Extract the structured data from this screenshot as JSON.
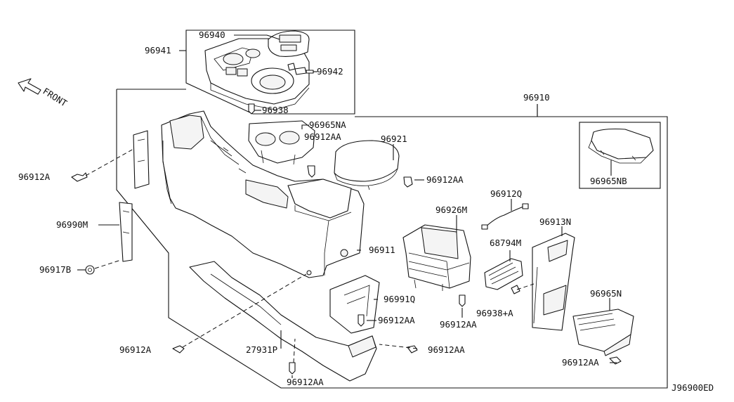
{
  "diagram_id": "J96900ED",
  "front_label": "FRONT",
  "labels": {
    "p96940": "96940",
    "p96941": "96941",
    "p96942": "96942",
    "p96938": "96938",
    "p96910": "96910",
    "p96965NA": "96965NA",
    "p96912AA_top": "96912AA",
    "p96921": "96921",
    "p96912AA_r1": "96912AA",
    "p96965NB": "96965NB",
    "p96912A_left": "96912A",
    "p96912Q": "96912Q",
    "p96926M": "96926M",
    "p96913N": "96913N",
    "p96990M": "96990M",
    "p68794M": "68794M",
    "p96911": "96911",
    "p96917B": "96917B",
    "p96991Q": "96991Q",
    "p96965N": "96965N",
    "p96912AA_mid": "96912AA",
    "p96938A": "96938+A",
    "p96912AA_low": "96912AA",
    "p96912A_bottom": "96912A",
    "p27931P": "27931P",
    "p96912AA_bot_right": "96912AA",
    "p96912AA_bottom": "96912AA",
    "p96912AA_far_right": "96912AA"
  }
}
